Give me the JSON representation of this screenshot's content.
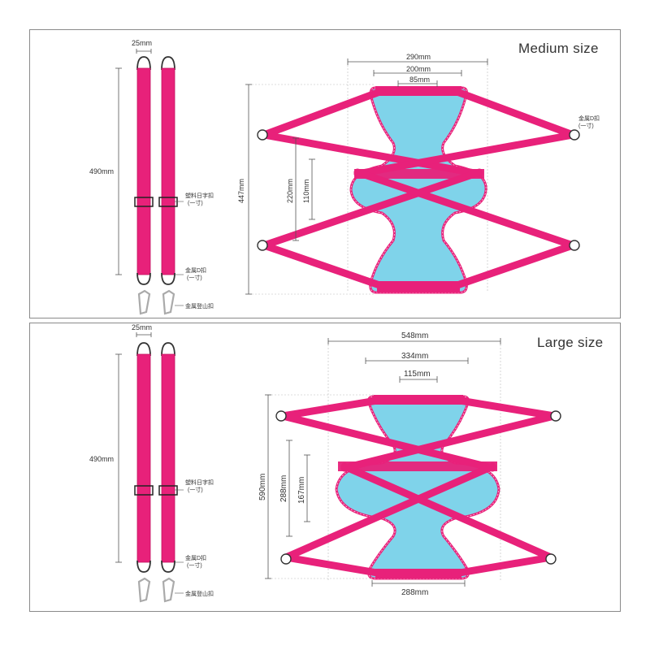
{
  "colors": {
    "strap": "#e8217a",
    "strap_edge": "#c2125f",
    "seat": "#7fd3ea",
    "dim_line": "#555555",
    "frame": "#8a8a8a"
  },
  "medium": {
    "title": "Medium size",
    "strap_width": "25mm",
    "strap_length": "490mm",
    "plastic_buckle": "塑料日字扣",
    "plastic_buckle_sub": "(一寸)",
    "metal_d_ring": "金属D扣",
    "metal_d_ring_sub": "(一寸)",
    "carabiner": "金属登山扣",
    "seat_width_outer": "290mm",
    "seat_width_mid": "200mm",
    "seat_width_inner": "85mm",
    "seat_height": "447mm",
    "waist_height_outer": "220mm",
    "waist_height_inner": "110mm",
    "side_d_ring": "金属D扣",
    "side_d_ring_sub": "(一寸)"
  },
  "large": {
    "title": "Large size",
    "strap_width": "25mm",
    "strap_length": "490mm",
    "plastic_buckle": "塑料日字扣",
    "plastic_buckle_sub": "(一寸)",
    "metal_d_ring": "金属D扣",
    "metal_d_ring_sub": "(一寸)",
    "carabiner": "金属登山扣",
    "seat_width_outer": "548mm",
    "seat_width_mid": "334mm",
    "seat_width_inner": "115mm",
    "seat_height": "590mm",
    "waist_height_outer": "288mm",
    "waist_height_inner": "167mm",
    "bottom_width": "288mm"
  }
}
